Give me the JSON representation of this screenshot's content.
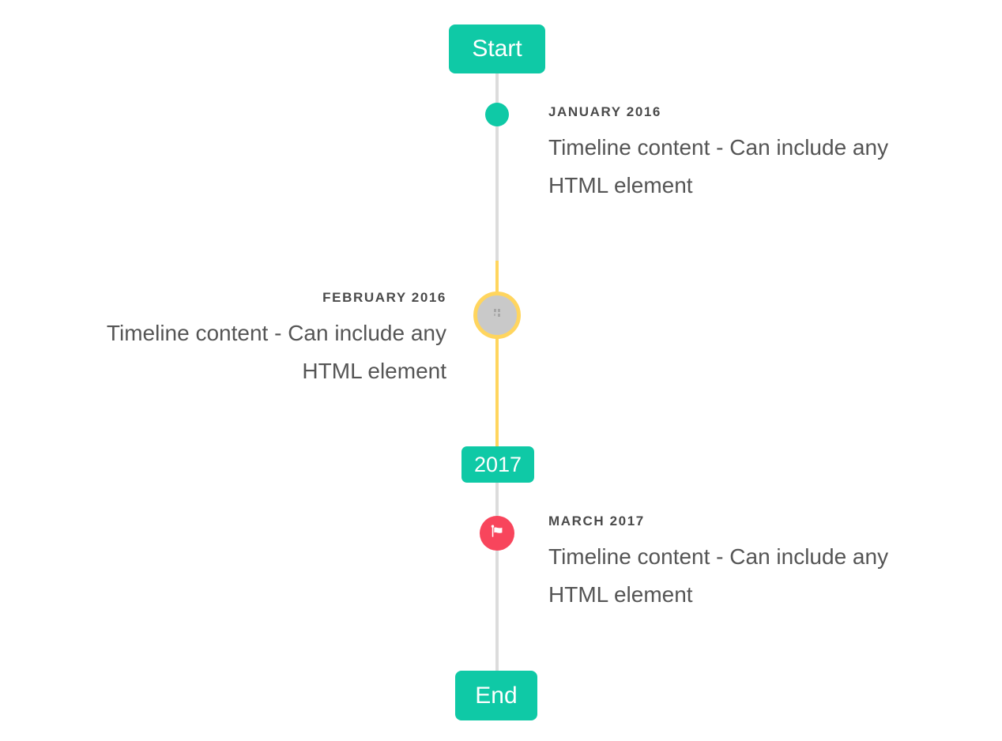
{
  "colors": {
    "teal": "#0fc9a6",
    "yellow": "#ffd55e",
    "red": "#f8455c",
    "line_gray": "#dcdcdc",
    "marker_gray_fill": "#c9c9c9",
    "title_text": "#4a4a4a",
    "content_text": "#555555",
    "badge_text": "#ffffff"
  },
  "timeline": {
    "start_badge_label": "Start",
    "year_badge_label": "2017",
    "end_badge_label": "End",
    "events": [
      {
        "title": "JANUARY 2016",
        "content": "Timeline content - Can include any HTML element",
        "side": "right",
        "marker": "teal-dot-icon"
      },
      {
        "title": "FEBRUARY 2016",
        "content": "Timeline content - Can include any HTML element",
        "side": "left",
        "marker": "broken-image-icon"
      },
      {
        "title": "MARCH 2017",
        "content": "Timeline content - Can include any HTML element",
        "side": "right",
        "marker": "flag-icon"
      }
    ]
  }
}
